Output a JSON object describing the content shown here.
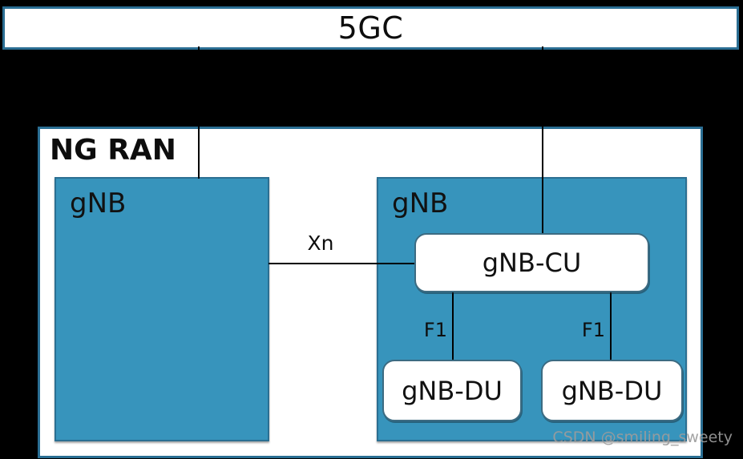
{
  "core": {
    "label": "5GC"
  },
  "ran": {
    "label": "NG RAN",
    "gnb_left": {
      "label": "gNB"
    },
    "gnb_right": {
      "label": "gNB",
      "cu": {
        "label": "gNB-CU"
      },
      "du_left": {
        "label": "gNB-DU"
      },
      "du_right": {
        "label": "gNB-DU"
      }
    }
  },
  "interfaces": {
    "xn": "Xn",
    "f1_left": "F1",
    "f1_right": "F1"
  },
  "watermark": "CSDN @smiling_sweety",
  "colors": {
    "background": "#000000",
    "gnb_fill": "#3794bc",
    "gnb_border": "#2b6f92",
    "frame_border": "#2a6e93",
    "box_fill": "#ffffff",
    "line": "#000000",
    "watermark": "#9c9c9c"
  }
}
